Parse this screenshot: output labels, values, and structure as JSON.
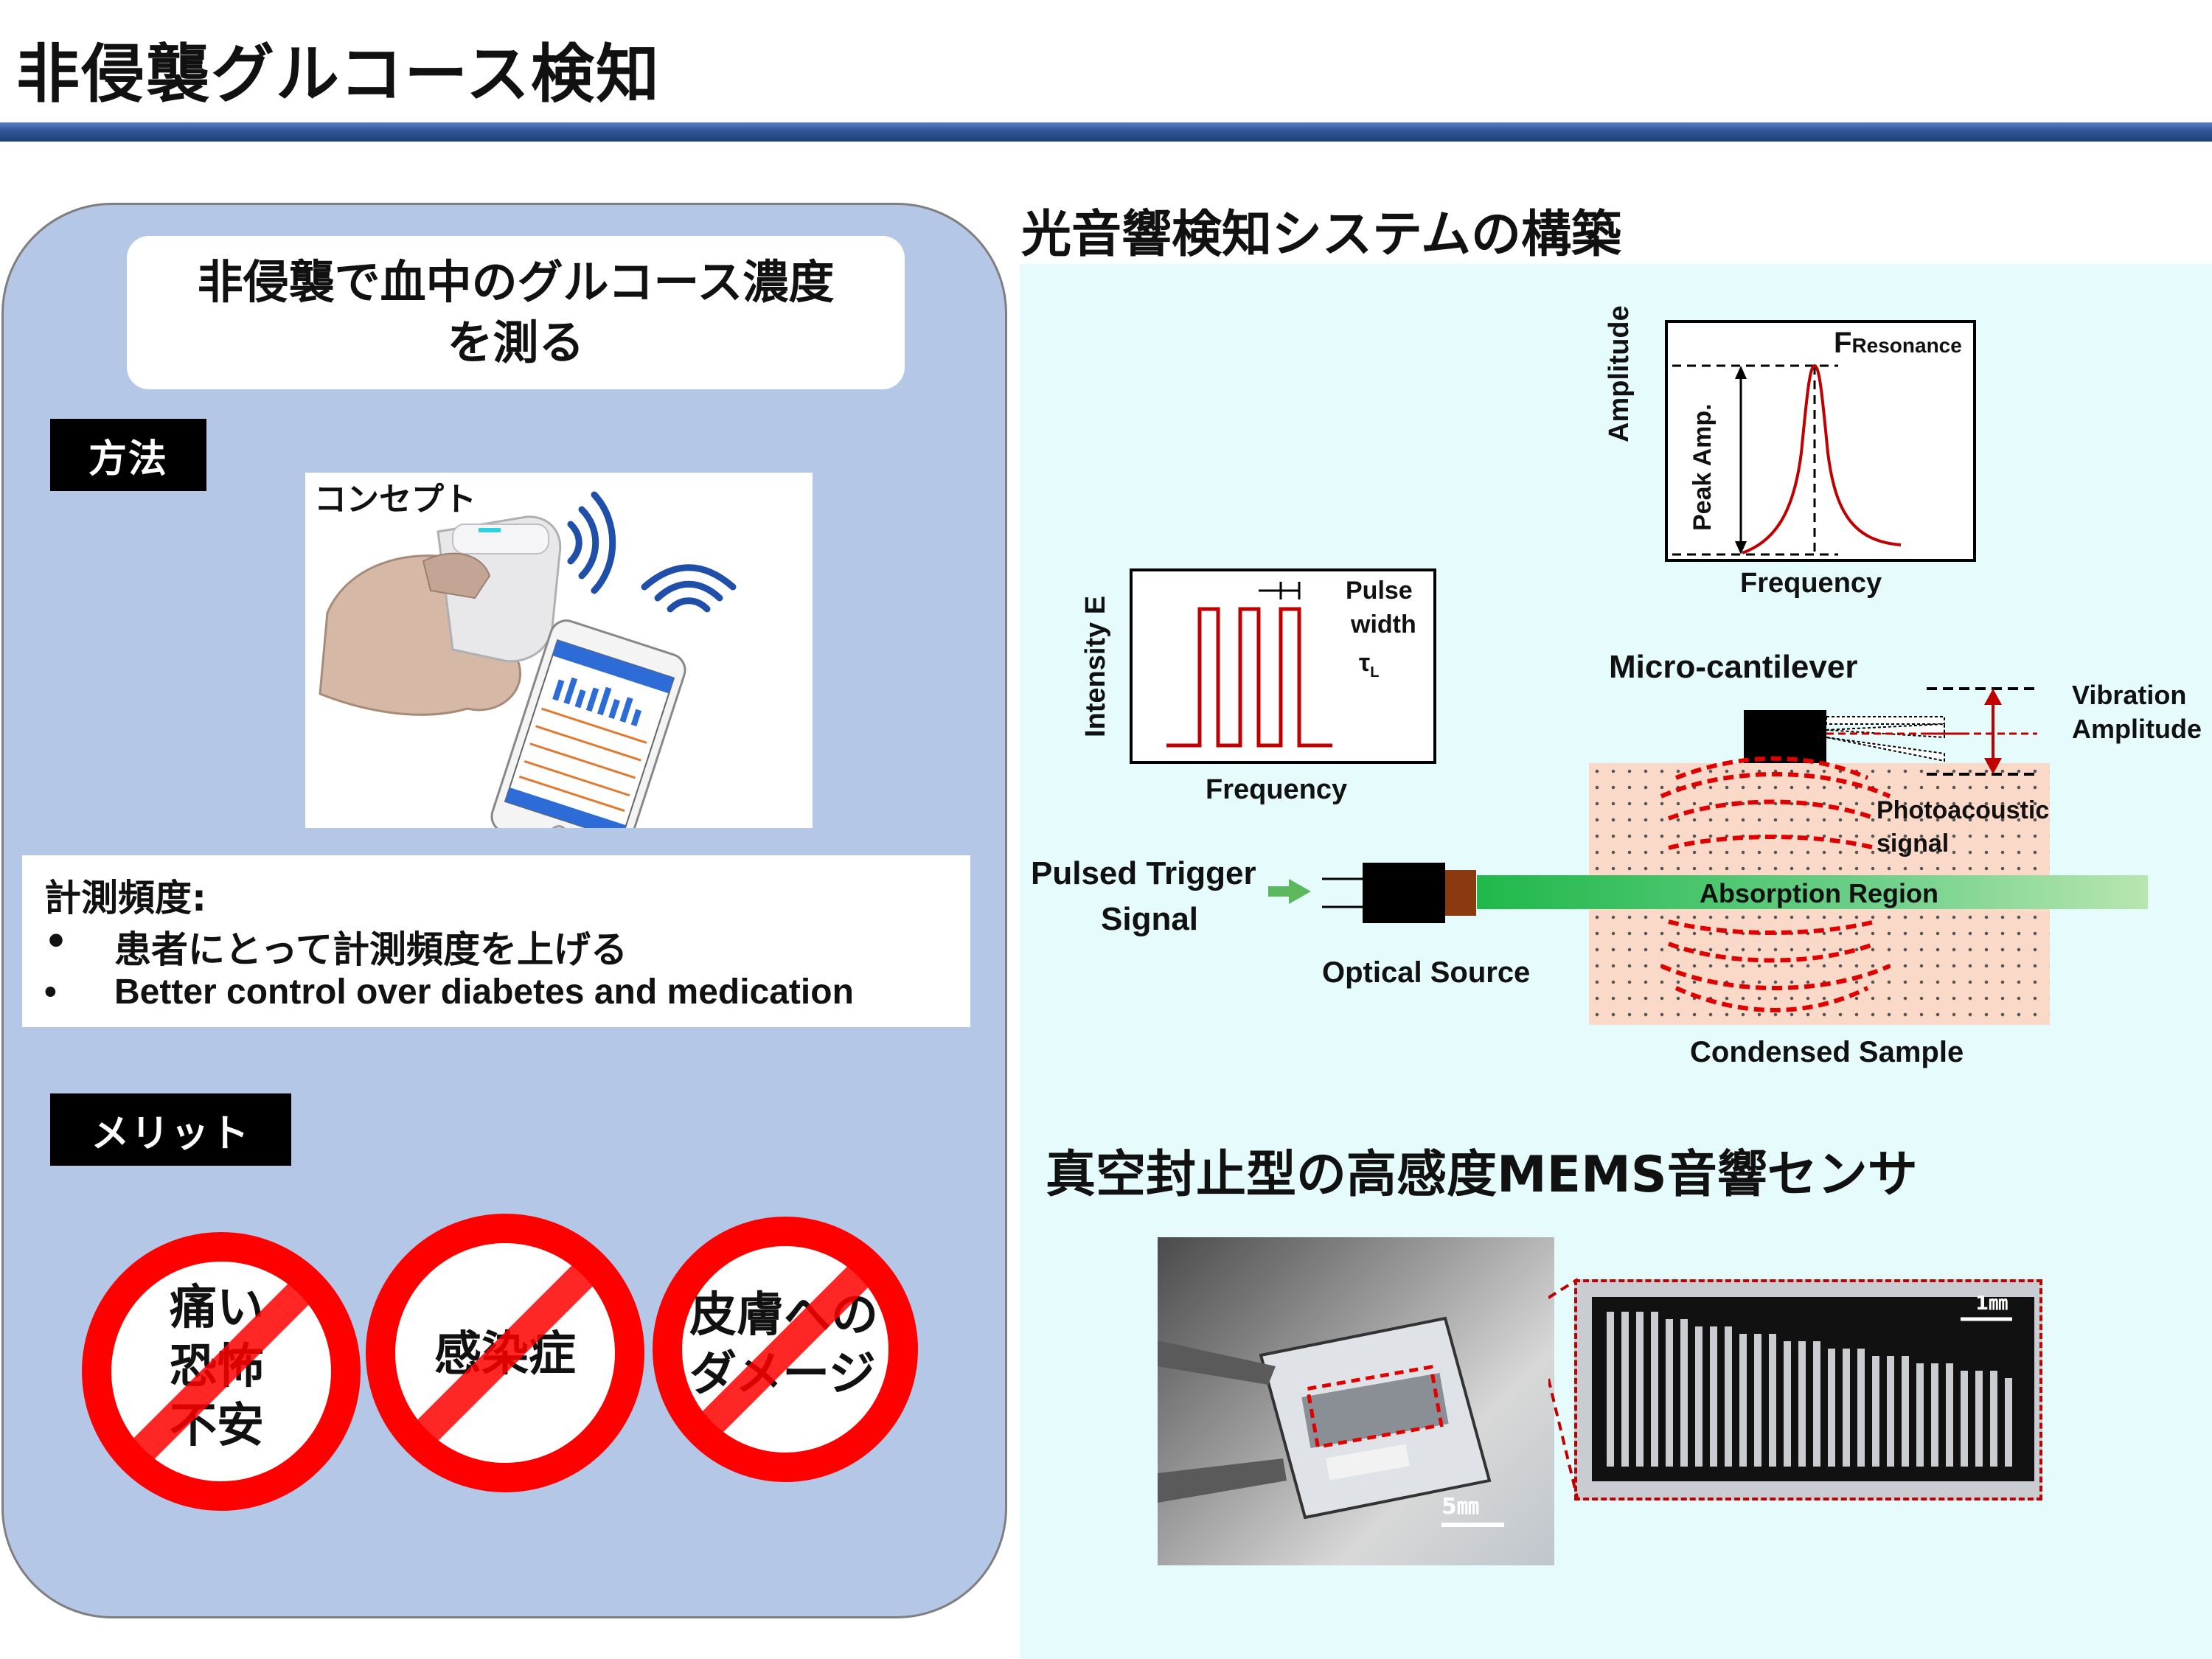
{
  "page": {
    "title": "非侵襲グルコース検知"
  },
  "left": {
    "goal_line1": "非侵襲で血中のグルコース濃度",
    "goal_line2": "を測る",
    "method_label": "方法",
    "concept_label": "コンセプト",
    "freq_heading": "計測頻度:",
    "freq_items": [
      "患者にとって計測頻度を上げる",
      "Better control over diabetes and medication"
    ],
    "merit_label": "メリット",
    "merits": [
      {
        "lines": [
          "痛い",
          "恐怖",
          "不安"
        ]
      },
      {
        "lines": [
          "感染症"
        ]
      },
      {
        "lines": [
          "皮膚への",
          "ダメージ"
        ]
      }
    ]
  },
  "right": {
    "system_title": "光音響検知システムの構築",
    "sensor_title": "真空封止型の高感度MEMS音響センサ",
    "diagram": {
      "resonance": {
        "y_label": "Amplitude",
        "peak_label": "Peak Amp.",
        "f_label": "F",
        "f_sub": "Resonance",
        "x_label": "Frequency"
      },
      "pulse": {
        "y_label": "Intensity E",
        "x_label": "Frequency",
        "width_line1": "Pulse",
        "width_line2": "width",
        "tau": "τ",
        "tau_sub": "L"
      },
      "cantilever": "Micro-cantilever",
      "vibration_line1": "Vibration",
      "vibration_line2": "Amplitude",
      "photo_line1": "Photoacoustic",
      "photo_line2": "signal",
      "absorption": "Absorption Region",
      "trigger_line1": "Pulsed Trigger",
      "trigger_line2": "Signal",
      "optical_source": "Optical Source",
      "condensed": "Condensed Sample"
    },
    "photo": {
      "scale_left": "5㎜",
      "scale_right": "1㎜"
    }
  },
  "colors": {
    "panel": "#b4c7e7",
    "title_bar": "#2f5597",
    "no_sign": "#ff0000",
    "diagram_bg": "#e5fbfc",
    "curve": "#c00000"
  }
}
